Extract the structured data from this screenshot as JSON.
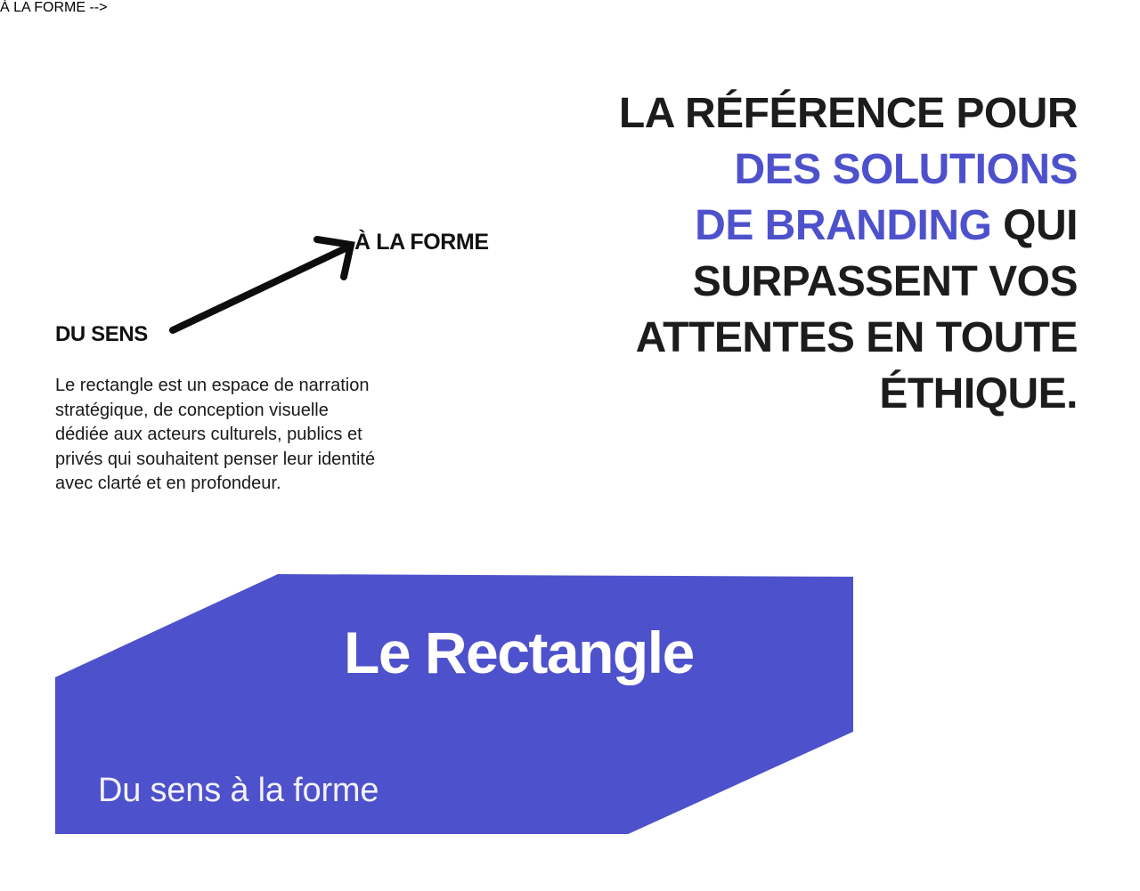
{
  "colors": {
    "background": "#ffffff",
    "ink": "#1c1c1c",
    "accent_blue": "#4e51cc",
    "card_text": "#ffffff"
  },
  "headline": {
    "line1": "LA RÉFÉRENCE POUR",
    "line2_accent": "DES SOLUTIONS",
    "line3_accent": "DE BRANDING",
    "line3_rest": " QUI",
    "line4": "SURPASSENT VOS",
    "line5": "ATTENTES EN TOUTE",
    "line6": "ÉTHIQUE."
  },
  "diagram": {
    "from_label": "DU SENS",
    "to_label": "À LA FORME",
    "arrow_icon": "arrow-up-right-icon"
  },
  "body": {
    "lines": [
      "Le rectangle est un espace de narration",
      "stratégique, de conception visuelle",
      "dédiée aux acteurs culturels, publics et",
      "privés qui souhaitent penser leur identité",
      "avec clarté et en profondeur."
    ]
  },
  "card": {
    "title": "Le Rectangle",
    "tagline": "Du sens à la forme"
  }
}
